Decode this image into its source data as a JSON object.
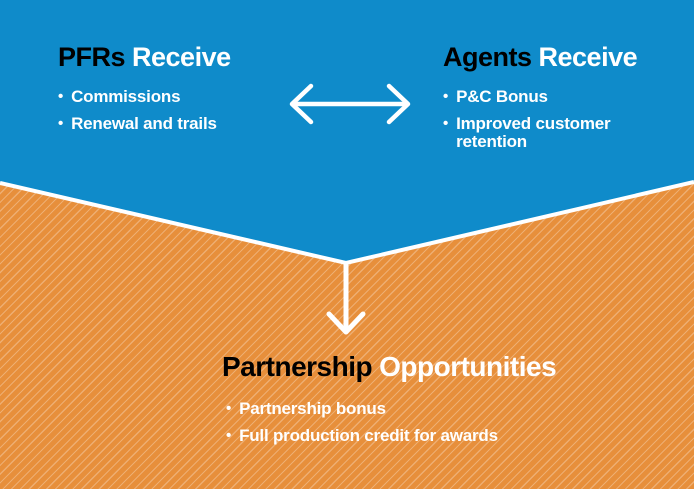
{
  "diagram": {
    "type": "relationship-infographic",
    "left_panel": {
      "title_dark": "PFRs",
      "title_light": "Receive",
      "bullets": [
        "Commissions",
        "Renewal and trails"
      ]
    },
    "right_panel": {
      "title_dark": "Agents",
      "title_light": "Receive",
      "bullets": [
        "P&C Bonus",
        "Improved customer retention"
      ]
    },
    "bottom_panel": {
      "title_dark": "Partnership",
      "title_light": "Opportunities",
      "bullets": [
        "Partnership bonus",
        "Full production credit for awards"
      ]
    }
  },
  "icons": {
    "bullet": "•",
    "left_right_arrow": "double-headed-horizontal-arrow",
    "down_arrow": "downward-arrow"
  },
  "colors": {
    "blue": "#0f8bca",
    "orange": "#e78f3b",
    "orange_stripe_overlay": "#f2ae6f",
    "divider_and_arrows": "#ffffff",
    "title_dark_text": "#000000",
    "light_text": "#ffffff"
  }
}
